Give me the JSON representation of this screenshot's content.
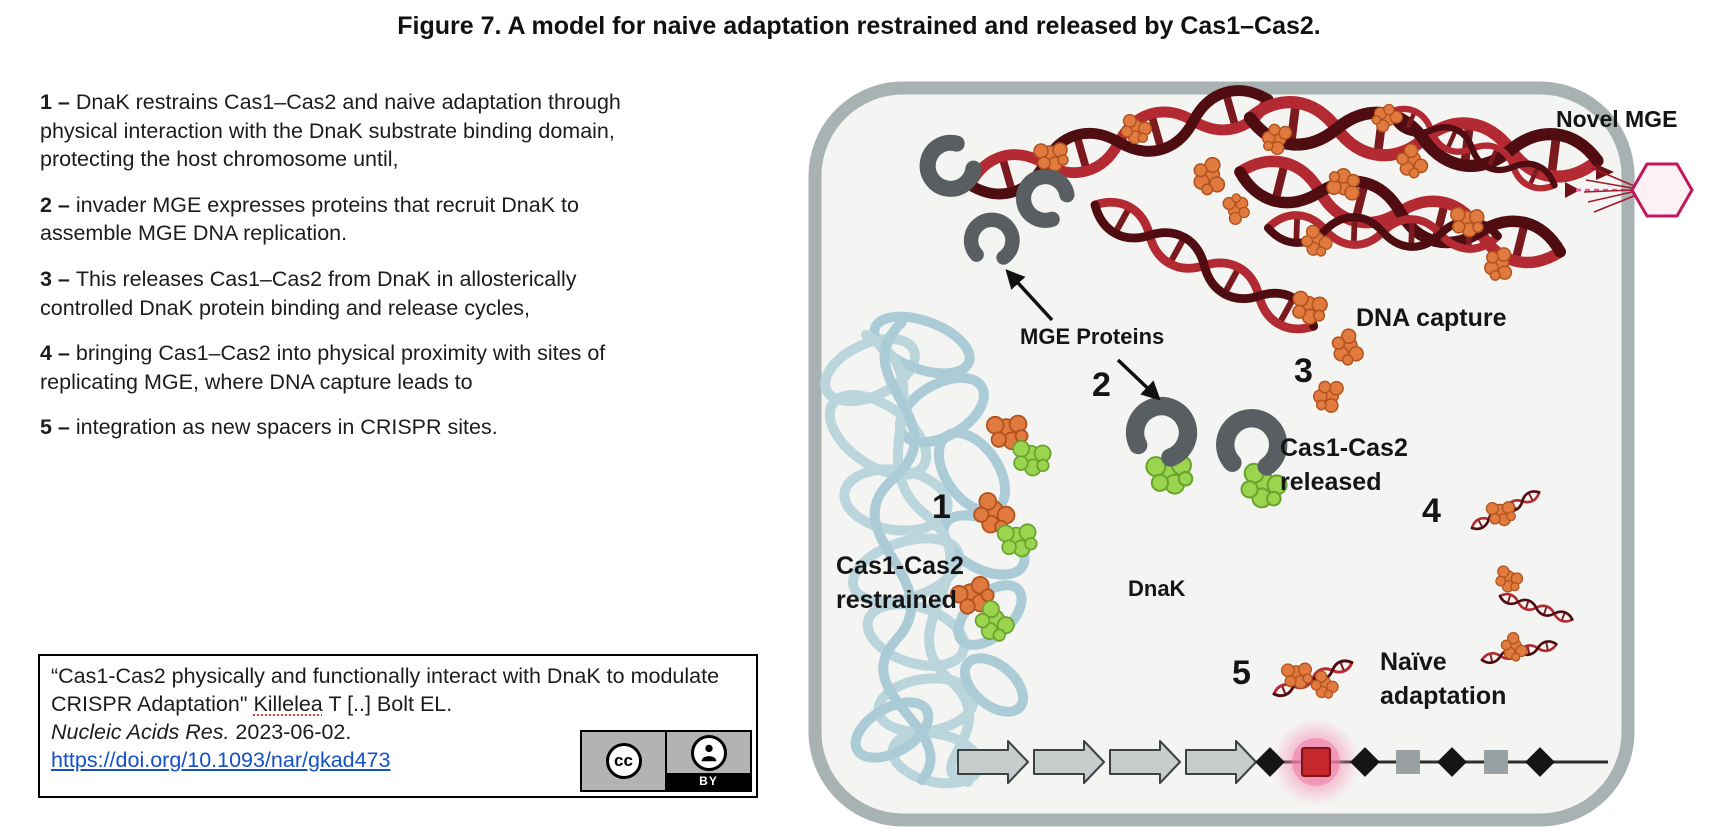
{
  "title": "Figure 7. A model for naive adaptation restrained and released by Cas1–Cas2.",
  "steps": [
    {
      "prefix": "1 – ",
      "text": "DnaK restrains Cas1–Cas2 and naive adaptation through physical interaction with the DnaK substrate binding domain, protecting the host chromosome until,"
    },
    {
      "prefix": "2 – ",
      "text": "invader MGE expresses proteins that recruit DnaK to assemble MGE DNA replication."
    },
    {
      "prefix": "3 – ",
      "text": "This releases Cas1–Cas2 from DnaK in allosterically controlled DnaK protein binding and release cycles,"
    },
    {
      "prefix": "4 – ",
      "text": "bringing Cas1–Cas2 into physical proximity with sites of replicating MGE, where DNA capture leads to"
    },
    {
      "prefix": "5 – ",
      "text": "integration as new spacers in CRISPR sites."
    }
  ],
  "citation": {
    "quote": "“Cas1-Cas2 physically and functionally interact with DnaK to modulate CRISPR Adaptation\" ",
    "author_flagged": "Killelea",
    "authors_rest": " T [..] Bolt EL.",
    "journal": "Nucleic Acids Res.",
    "pub_date": " 2023-06-02.",
    "doi_link": "https://doi.org/10.1093/nar/gkad473"
  },
  "license_badge": {
    "cc_label": "cc",
    "by_label": "BY"
  },
  "diagram": {
    "labels": {
      "novel_mge": "Novel MGE",
      "dna_capture": "DNA capture",
      "mge_proteins": "MGE Proteins",
      "released_line1": "Cas1-Cas2",
      "released_line2": "released",
      "restrained_line1": "Cas1-Cas2",
      "restrained_line2": "restrained",
      "dnak": "DnaK",
      "naive_line1": "Naïve",
      "naive_line2": "adaptation",
      "step1": "1",
      "step2": "2",
      "step3": "3",
      "step4": "4",
      "step5": "5"
    },
    "colors": {
      "membrane": "#a9b2b2",
      "cytoplasm": "#f4f5f3",
      "chromosome_blue": "#b7d3dc",
      "mge_dna_red": "#b32a33",
      "mge_dna_dark": "#4f0d12",
      "cas1_cas2_orange": "#e07a3e",
      "dnak_green": "#9bd44f",
      "mge_protein_gray": "#585e61",
      "new_spacer_red": "#c4272c",
      "glow_pink": "#f48fb1",
      "link_blue": "#1550c8"
    }
  }
}
